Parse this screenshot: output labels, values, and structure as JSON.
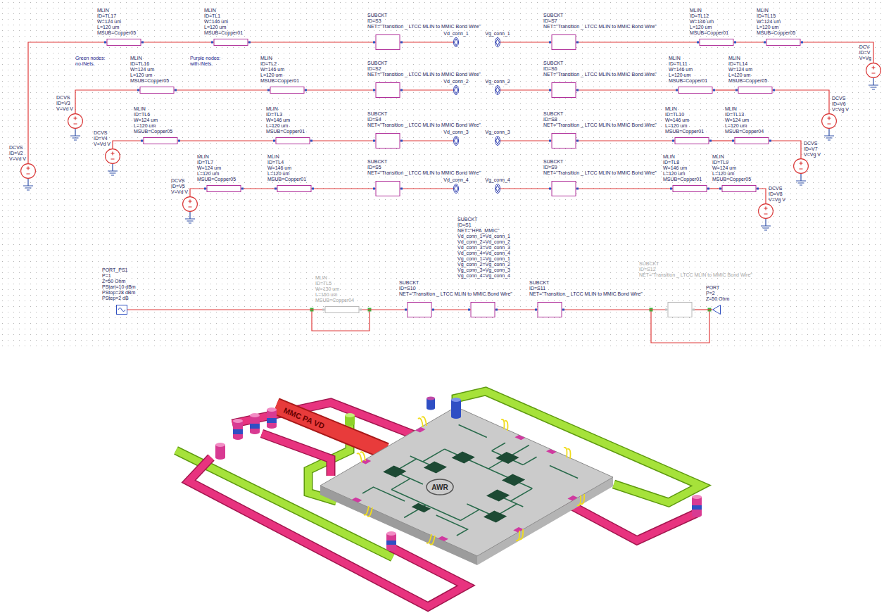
{
  "diagram": {
    "nodes": [
      {
        "text": [
          "MLIN",
          "ID=TL17",
          "W=124 um",
          "L=120 um",
          "MSUB=Copper05"
        ]
      },
      {
        "text": [
          "MLIN",
          "ID=TL1",
          "W=146 um",
          "L=120 um",
          "MSUB=Copper01"
        ]
      },
      {
        "text": [
          "SUBCKT",
          "ID=S3",
          "NET=\"Transition _ LTCC MLIN to MMIC Bond Wire\""
        ]
      },
      {
        "text": [
          "Vd_conn_1"
        ]
      },
      {
        "text": [
          "Vg_conn_1"
        ]
      },
      {
        "text": [
          "SUBCKT",
          "ID=S7",
          "NET=\"Transition _ LTCC MLIN to MMIC Bond Wire\""
        ]
      },
      {
        "text": [
          "MLIN",
          "ID=TL12",
          "W=146 um",
          "L=120 um",
          "MSUB=Copper01"
        ]
      },
      {
        "text": [
          "MLIN",
          "ID=TL15",
          "W=124 um",
          "L=120 um",
          "MSUB=Copper05"
        ]
      },
      {
        "text": [
          "DCV",
          "ID=V",
          "V=Vg"
        ]
      },
      {
        "text": [
          "DCVS",
          "ID=V3",
          "V=Vd V"
        ]
      },
      {
        "text": [
          "MLIN",
          "ID=TL16",
          "W=124 um",
          "L=120 um",
          "MSUB=Copper05"
        ]
      },
      {
        "text": [
          "MLIN",
          "ID=TL2",
          "W=146 um",
          "L=120 um",
          "MSUB=Copper01"
        ]
      },
      {
        "text": [
          "SUBCKT",
          "ID=S2",
          "NET=\"Transition _ LTCC MLIN to MMIC Bond Wire\""
        ]
      },
      {
        "text": [
          "Vd_conn_2"
        ]
      },
      {
        "text": [
          "Vg_conn_2"
        ]
      },
      {
        "text": [
          "SUBCKT",
          "ID=S6",
          "NET=\"Transition _ LTCC MLIN to MMIC Bond Wire\""
        ]
      },
      {
        "text": [
          "MLIN",
          "ID=TL11",
          "W=146 um",
          "L=120 um",
          "MSUB=Copper01"
        ]
      },
      {
        "text": [
          "MLIN",
          "ID=TL14",
          "W=124 um",
          "L=120 um",
          "MSUB=Copper05"
        ]
      },
      {
        "text": [
          "DCVS",
          "ID=V6",
          "V=Vg V"
        ]
      },
      {
        "text": [
          "DCVS",
          "ID=V2",
          "V=Vd V"
        ]
      },
      {
        "text": [
          "DCVS",
          "ID=V4",
          "V=Vd V"
        ]
      },
      {
        "text": [
          "MLIN",
          "ID=TL6",
          "W=124 um",
          "L=120 um",
          "MSUB=Copper05"
        ]
      },
      {
        "text": [
          "MLIN",
          "ID=TL3",
          "W=146 um",
          "L=120 um",
          "MSUB=Copper01"
        ]
      },
      {
        "text": [
          "SUBCKT",
          "ID=S4",
          "NET=\"Transition _ LTCC MLIN to MMIC Bond Wire\""
        ]
      },
      {
        "text": [
          "Vd_conn_3"
        ]
      },
      {
        "text": [
          "Vg_conn_3"
        ]
      },
      {
        "text": [
          "SUBCKT",
          "ID=S8",
          "NET=\"Transition _ LTCC MLIN to MMIC Bond Wire\""
        ]
      },
      {
        "text": [
          "MLIN",
          "ID=TL10",
          "W=146 um",
          "L=120 um",
          "MSUB=Copper01"
        ]
      },
      {
        "text": [
          "MLIN",
          "ID=TL13",
          "W=124 um",
          "L=120 um",
          "MSUB=Copper04"
        ]
      },
      {
        "text": [
          "DCVS",
          "ID=V7",
          "V=Vg V"
        ]
      },
      {
        "text": [
          "DCVS",
          "ID=V5",
          "V=Vd V"
        ]
      },
      {
        "text": [
          "MLIN",
          "ID=TL7",
          "W=124 um",
          "L=120 um",
          "MSUB=Copper05"
        ]
      },
      {
        "text": [
          "MLIN",
          "ID=TL4",
          "W=146 um",
          "L=120 um",
          "MSUB=Copper01"
        ]
      },
      {
        "text": [
          "SUBCKT",
          "ID=S5",
          "NET=\"Transition _ LTCC MLIN to MMIC Bond Wire\""
        ]
      },
      {
        "text": [
          "Vd_conn_4"
        ]
      },
      {
        "text": [
          "Vg_conn_4"
        ]
      },
      {
        "text": [
          "SUBCKT",
          "ID=S9",
          "NET=\"Transition _ LTCC MLIN to MMIC Bond Wire\""
        ]
      },
      {
        "text": [
          "MLIN",
          "ID=TL8",
          "W=146 um",
          "L=120 um",
          "MSUB=Copper01"
        ]
      },
      {
        "text": [
          "MLIN",
          "ID=TL9",
          "W=124 um",
          "L=120 um",
          "MSUB=Copper05"
        ]
      },
      {
        "text": [
          "DCVS",
          "ID=V8",
          "V=Vg V"
        ]
      },
      {
        "text": [
          "PORT_PS1",
          "P=1",
          "Z=50 Ohm",
          "PStart=10 dBm",
          "PStop=28 dBm",
          "PStep=2 dB"
        ]
      },
      {
        "text": [
          "MLIN",
          "ID=TL5",
          "W=130 um",
          "L=160 um",
          "MSUB=Copper04"
        ]
      },
      {
        "text": [
          "SUBCKT",
          "ID=S10",
          "NET=\"Transition _ LTCC MLIN to MMIC Bond Wire\""
        ]
      },
      {
        "text": [
          "SUBCKT",
          "ID=S1",
          "NET=\"HPA_MMIC\"",
          "Vd_conn_1=Vd_conn_1",
          "Vd_conn_2=Vd_conn_2",
          "Vd_conn_3=Vd_conn_3",
          "Vd_conn_4=Vd_conn_4",
          "Vg_conn_1=Vg_conn_1",
          "Vg_conn_2=Vg_conn_2",
          "Vg_conn_3=Vg_conn_3",
          "Vg_conn_4=Vg_conn_4"
        ]
      },
      {
        "text": [
          "SUBCKT",
          "ID=S11",
          "NET=\"Transition _ LTCC MLIN to MMIC Bond Wire\""
        ]
      },
      {
        "text": [
          "SUBCKT",
          "ID=S12",
          "NET=\"Transition _ LTCC MLIN to MMIC Bond Wire\""
        ]
      },
      {
        "text": [
          "PORT",
          "P=2",
          "Z=50 Ohm"
        ]
      }
    ],
    "edges": [
      {
        "from": 19,
        "to": 0,
        "arrow": "none"
      },
      {
        "from": 0,
        "to": 1,
        "arrow": "none"
      },
      {
        "from": 1,
        "to": 2,
        "arrow": "none"
      },
      {
        "from": 2,
        "to": 3,
        "arrow": "none"
      },
      {
        "from": 4,
        "to": 5,
        "arrow": "none"
      },
      {
        "from": 5,
        "to": 6,
        "arrow": "none"
      },
      {
        "from": 6,
        "to": 7,
        "arrow": "none"
      },
      {
        "from": 7,
        "to": 8,
        "arrow": "none"
      },
      {
        "from": 9,
        "to": 10,
        "arrow": "none"
      },
      {
        "from": 10,
        "to": 11,
        "arrow": "none"
      },
      {
        "from": 11,
        "to": 12,
        "arrow": "none"
      },
      {
        "from": 12,
        "to": 13,
        "arrow": "none"
      },
      {
        "from": 14,
        "to": 15,
        "arrow": "none"
      },
      {
        "from": 15,
        "to": 16,
        "arrow": "none"
      },
      {
        "from": 16,
        "to": 17,
        "arrow": "none"
      },
      {
        "from": 17,
        "to": 18,
        "arrow": "none"
      },
      {
        "from": 20,
        "to": 21,
        "arrow": "none"
      },
      {
        "from": 21,
        "to": 22,
        "arrow": "none"
      },
      {
        "from": 22,
        "to": 23,
        "arrow": "none"
      },
      {
        "from": 23,
        "to": 24,
        "arrow": "none"
      },
      {
        "from": 25,
        "to": 26,
        "arrow": "none"
      },
      {
        "from": 26,
        "to": 27,
        "arrow": "none"
      },
      {
        "from": 27,
        "to": 28,
        "arrow": "none"
      },
      {
        "from": 28,
        "to": 29,
        "arrow": "none"
      },
      {
        "from": 30,
        "to": 31,
        "arrow": "none"
      },
      {
        "from": 31,
        "to": 32,
        "arrow": "none"
      },
      {
        "from": 32,
        "to": 33,
        "arrow": "none"
      },
      {
        "from": 33,
        "to": 34,
        "arrow": "none"
      },
      {
        "from": 35,
        "to": 36,
        "arrow": "none"
      },
      {
        "from": 36,
        "to": 37,
        "arrow": "none"
      },
      {
        "from": 37,
        "to": 38,
        "arrow": "none"
      },
      {
        "from": 38,
        "to": 39,
        "arrow": "none"
      },
      {
        "from": 40,
        "to": 41,
        "arrow": "none"
      },
      {
        "from": 41,
        "to": 42,
        "arrow": "none"
      },
      {
        "from": 42,
        "to": 43,
        "arrow": "none"
      },
      {
        "from": 43,
        "to": 44,
        "arrow": "none"
      },
      {
        "from": 44,
        "to": 45,
        "arrow": "none"
      },
      {
        "from": 45,
        "to": 46,
        "arrow": "none"
      }
    ],
    "labels": [
      "Green nodes: no iNets.",
      "Purple nodes: with iNets.",
      "MMC PA VD",
      "AWR"
    ]
  }
}
